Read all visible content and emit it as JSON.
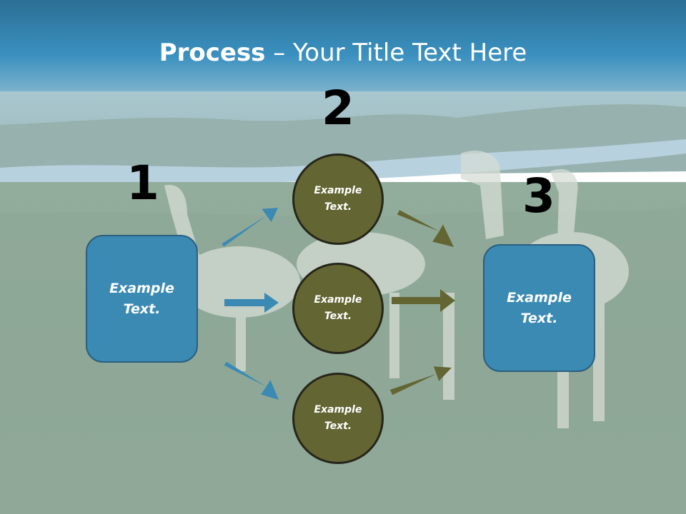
{
  "title": {
    "bold": "Process",
    "rest": " – Your Title Text Here"
  },
  "steps": [
    {
      "number": "1"
    },
    {
      "number": "2"
    },
    {
      "number": "3"
    }
  ],
  "left_box": {
    "line1": "Example",
    "line2": "Text."
  },
  "circles": [
    {
      "line1": "Example",
      "line2": "Text."
    },
    {
      "line1": "Example",
      "line2": "Text."
    },
    {
      "line1": "Example",
      "line2": "Text."
    }
  ],
  "right_box": {
    "line1": "Example",
    "line2": "Text."
  },
  "colors": {
    "banner": "#2f7ba7",
    "box_fill": "#3a8ab4",
    "box_border": "#2a5f7e",
    "circle_fill": "#636633",
    "circle_border": "#25261a",
    "arrow_blue": "#3a8ab4",
    "arrow_olive": "#636633"
  },
  "background": {
    "subject": "alpaca-pasture-photo"
  }
}
